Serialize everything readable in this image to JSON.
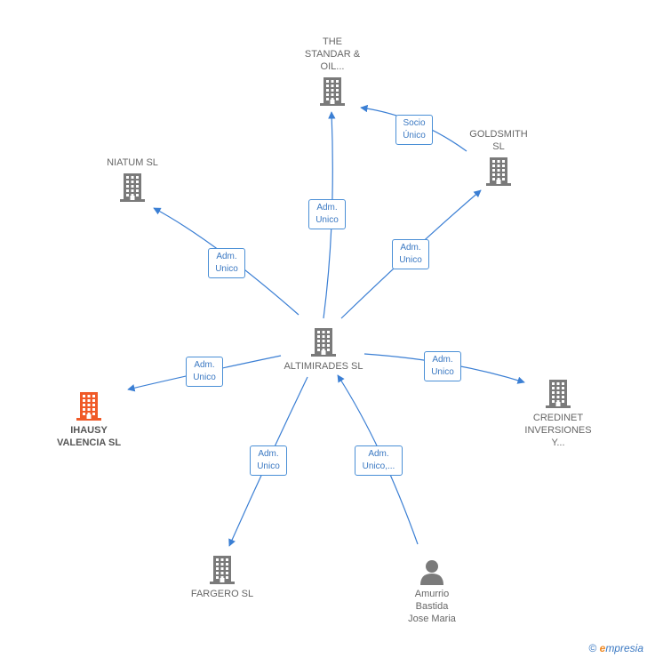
{
  "colors": {
    "edge": "#3b7fd4",
    "building": "#7a7a7a",
    "highlight": "#f05a28",
    "person": "#7a7a7a"
  },
  "nodes": [
    {
      "id": "altimirades",
      "icon": "building-icon",
      "lines": [
        "ALTIMIRADES SL"
      ]
    },
    {
      "id": "standar",
      "icon": "building-icon",
      "lines": [
        "THE",
        "STANDAR &",
        "OIL..."
      ]
    },
    {
      "id": "goldsmith",
      "icon": "building-icon",
      "lines": [
        "GOLDSMITH",
        "SL"
      ]
    },
    {
      "id": "niatum",
      "icon": "building-icon",
      "lines": [
        "NIATUM  SL"
      ]
    },
    {
      "id": "ihausy",
      "icon": "building-icon",
      "highlight": true,
      "lines": [
        "IHAUSY",
        "VALENCIA  SL"
      ]
    },
    {
      "id": "credinet",
      "icon": "building-icon",
      "lines": [
        "CREDINET",
        "INVERSIONES",
        "Y..."
      ]
    },
    {
      "id": "fargero",
      "icon": "building-icon",
      "lines": [
        "FARGERO  SL"
      ]
    },
    {
      "id": "amurrio",
      "icon": "person-icon",
      "lines": [
        "Amurrio",
        "Bastida",
        "Jose Maria"
      ]
    }
  ],
  "edges": [
    {
      "id": "e-standar",
      "lines": [
        "Adm.",
        "Unico"
      ]
    },
    {
      "id": "e-goldsmith-standar",
      "lines": [
        "Socio",
        "Único"
      ]
    },
    {
      "id": "e-goldsmith",
      "lines": [
        "Adm.",
        "Unico"
      ]
    },
    {
      "id": "e-niatum",
      "lines": [
        "Adm.",
        "Unico"
      ]
    },
    {
      "id": "e-ihausy",
      "lines": [
        "Adm.",
        "Unico"
      ]
    },
    {
      "id": "e-credinet",
      "lines": [
        "Adm.",
        "Unico"
      ]
    },
    {
      "id": "e-fargero",
      "lines": [
        "Adm.",
        "Unico"
      ]
    },
    {
      "id": "e-amurrio",
      "lines": [
        "Adm.",
        "Unico,..."
      ]
    }
  ],
  "footer": {
    "copyright": "©",
    "brand_initial": "e",
    "brand_rest": "mpresia"
  }
}
